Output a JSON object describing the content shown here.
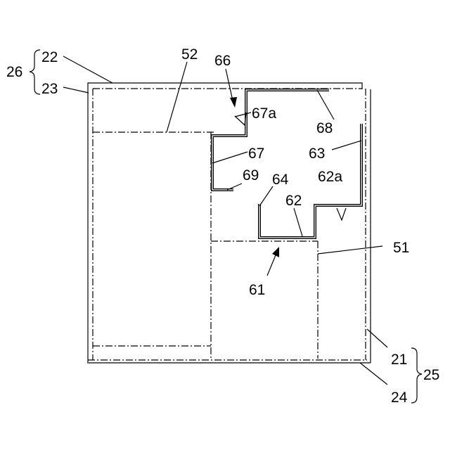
{
  "figure": {
    "labels": {
      "l22": "22",
      "l23": "23",
      "l26": "26",
      "l52": "52",
      "l66": "66",
      "l67a": "67a",
      "l68": "68",
      "l67": "67",
      "l63": "63",
      "l69": "69",
      "l64": "64",
      "l62a": "62a",
      "l62": "62",
      "l51": "51",
      "l61": "61",
      "l21": "21",
      "l25": "25",
      "l24": "24"
    }
  }
}
